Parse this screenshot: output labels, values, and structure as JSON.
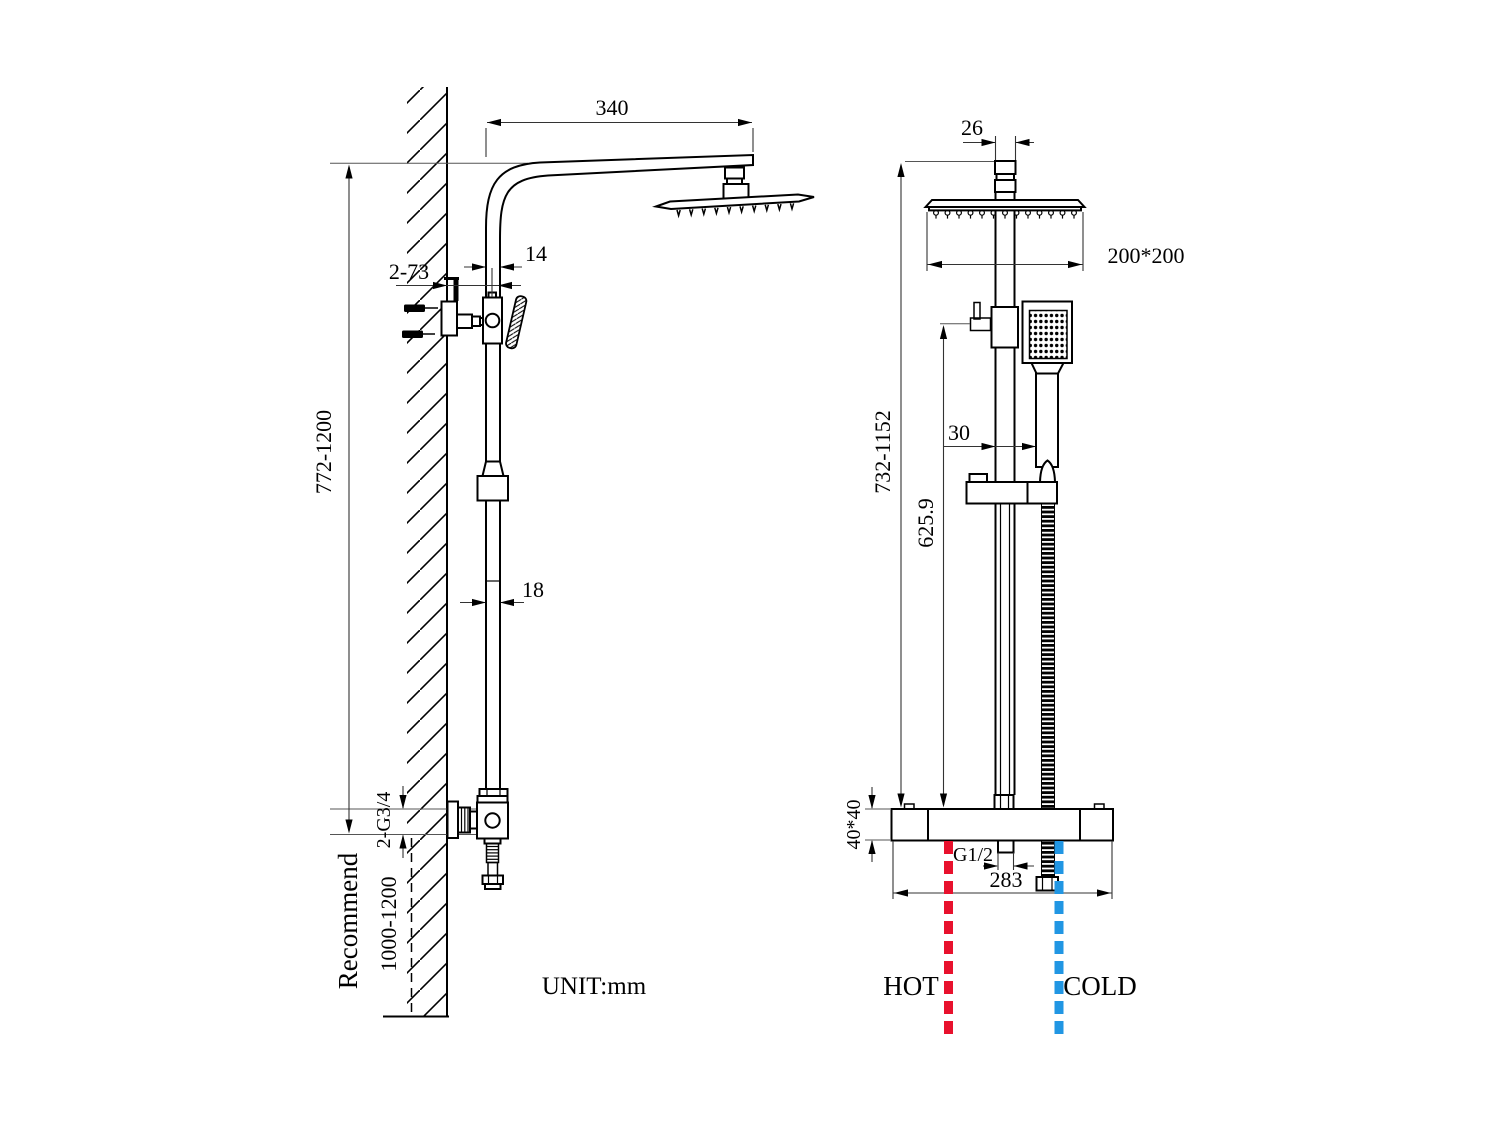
{
  "unit_note": "UNIT:mm",
  "colors": {
    "hot": "#e8112d",
    "cold": "#2196e3"
  },
  "side_view": {
    "dim_arm_length": "340",
    "dim_pipe_width_top": "14",
    "dim_wall_clearance": "2-73",
    "dim_riser_height": "772-1200",
    "dim_pipe_width_mid": "18",
    "dim_inlet_thread": "2-G3/4",
    "recommend_label": "Recommend",
    "dim_recommend_height": "1000-1200"
  },
  "front_view": {
    "dim_connector_width": "26",
    "dim_head_size": "200*200",
    "dim_slide_gap": "30",
    "dim_riser_height": "732-1152",
    "dim_handset_height": "625.9",
    "dim_valve_section": "40*40",
    "dim_outlet_thread": "G1/2",
    "dim_valve_width": "283",
    "hot_label": "HOT",
    "cold_label": "COLD"
  }
}
